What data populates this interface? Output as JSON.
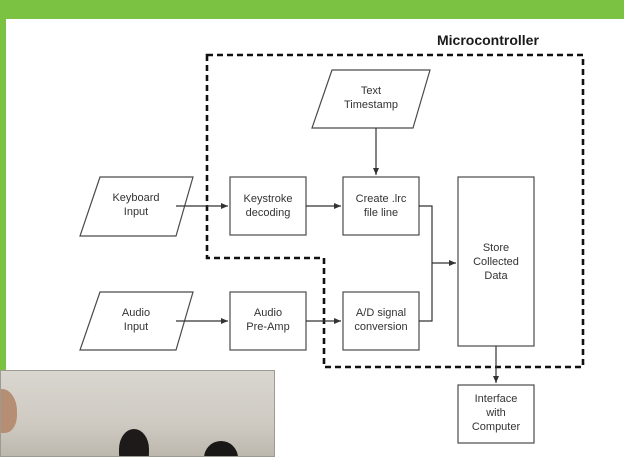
{
  "diagram": {
    "title": "Microcontroller",
    "nodes": {
      "keyboard_input": [
        "Keyboard",
        "Input"
      ],
      "keystroke_decoding": [
        "Keystroke",
        "decoding"
      ],
      "text_timestamp": [
        "Text",
        "Timestamp"
      ],
      "create_lrc": [
        "Create .lrc",
        "file line"
      ],
      "store_data": [
        "Store",
        "Collected",
        "Data"
      ],
      "audio_input": [
        "Audio",
        "Input"
      ],
      "audio_preamp": [
        "Audio",
        "Pre-Amp"
      ],
      "ad_conversion": [
        "A/D signal",
        "conversion"
      ],
      "interface": [
        "Interface",
        "with",
        "Computer"
      ]
    }
  },
  "colors": {
    "background": "#7cc242",
    "panel": "#ffffff",
    "stroke": "#333333"
  }
}
